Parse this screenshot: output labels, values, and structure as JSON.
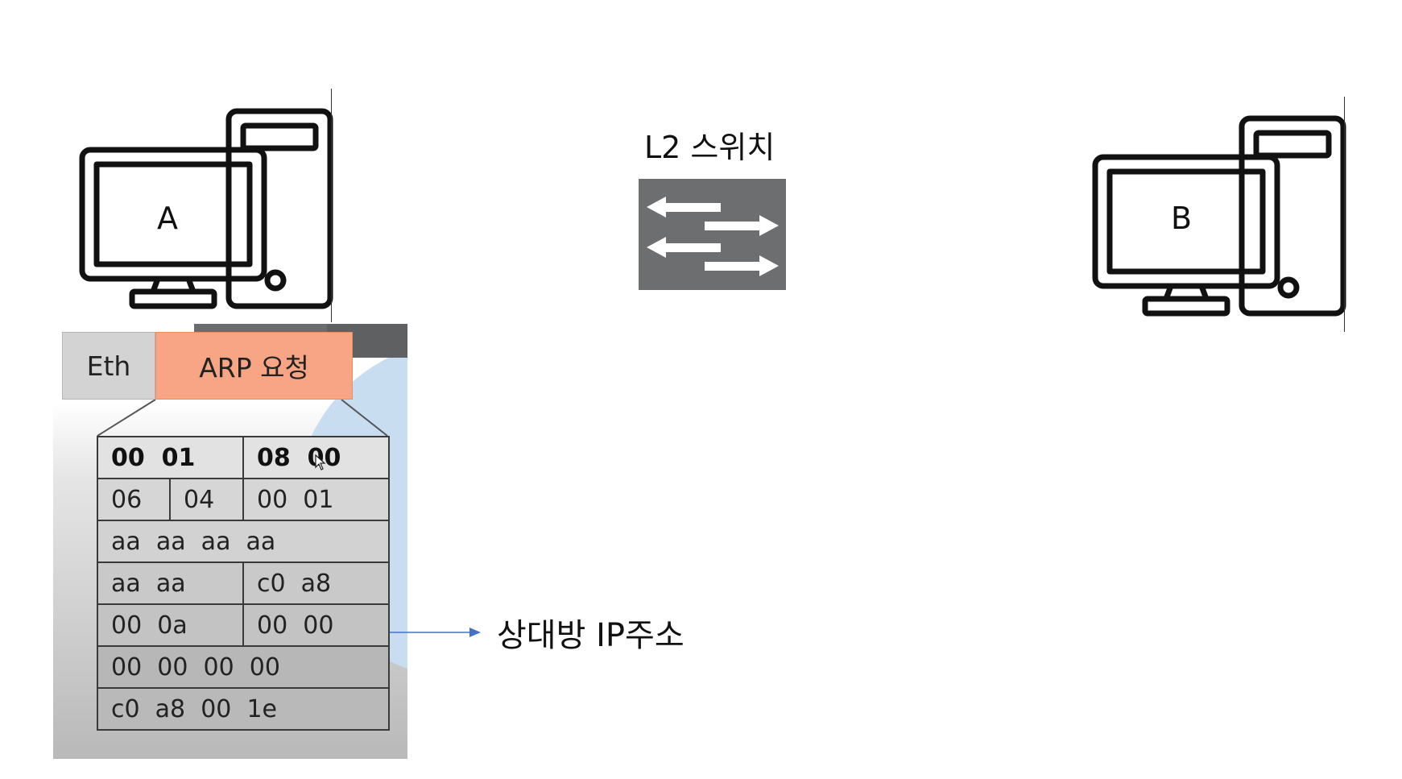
{
  "hosts": [
    {
      "label": "A"
    },
    {
      "label": "B"
    }
  ],
  "switch": {
    "label": "L2 스위치"
  },
  "frame": {
    "eth_label": "Eth",
    "arp_label": "ARP 요청"
  },
  "arp_rows": [
    [
      "00  01",
      "08  00"
    ],
    [
      "06",
      "04",
      "00  01"
    ],
    [
      "aa  aa  aa  aa"
    ],
    [
      "aa  aa",
      "c0  a8"
    ],
    [
      "00  0a",
      "00  00"
    ],
    [
      "00  00  00  00"
    ],
    [
      "c0  a8  00  1e"
    ]
  ],
  "annotation": {
    "text": "상대방 IP주소"
  },
  "colors": {
    "arp_header": "#f7a584",
    "eth_header": "#d3d3d3",
    "switch_box": "#6d6e70",
    "annotation_arrow": "#4472c4"
  },
  "icons": [
    "computer-icon",
    "switch-arrows-icon",
    "mouse-cursor-icon"
  ]
}
